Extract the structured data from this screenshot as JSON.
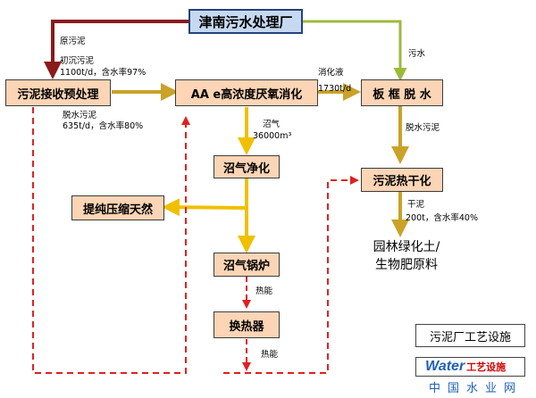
{
  "nodes": {
    "jinnan_plant": "津南污水处理厂",
    "sludge_receive": "污泥接收预处理",
    "aa_digestion": "AA e高浓度厌氧消化",
    "plate_dewater": "板 框 脱 水",
    "biogas_purify": "沼气净化",
    "cng": "提纯压缩天然",
    "biogas_boiler": "沼气锅炉",
    "heat_exchanger": "换热器",
    "thermal_dry": "污泥热干化",
    "facility_label": "污泥厂工艺设施"
  },
  "labels": {
    "raw_sludge": "原污泥",
    "primary_sludge_l1": "初沉污泥",
    "primary_sludge_l2": "1100t/d，含水率97%",
    "digestate_l1": "消化液",
    "digestate_l2": "1730t/d",
    "sewage": "污水",
    "dewatered_sludge_l1": "脱水污泥",
    "dewatered_sludge_l2": "635t/d，含水率80%",
    "biogas_l1": "沼气",
    "biogas_l2": "36000m³",
    "dewatered_sludge_right": "脱水污泥",
    "dry_sludge_l1": "干泥",
    "dry_sludge_l2": "200t，含水率40%",
    "heat_energy_1": "热能",
    "heat_energy_2": "热能",
    "end_use_l1": "园林绿化土/",
    "end_use_l2": "生物肥原料"
  },
  "brand": {
    "logo_w": "Water",
    "logo_c": "工艺设施",
    "site": "中国水业网"
  },
  "colors": {
    "box_fill": "#fbd5b5",
    "plant_fill": "#c6d9f1",
    "sludge_line": "#8b1a1a",
    "process_line": "#c9a227",
    "biogas_line": "#f0c000",
    "sewage_line": "#9bbb3b",
    "heat_line": "#e02020"
  }
}
